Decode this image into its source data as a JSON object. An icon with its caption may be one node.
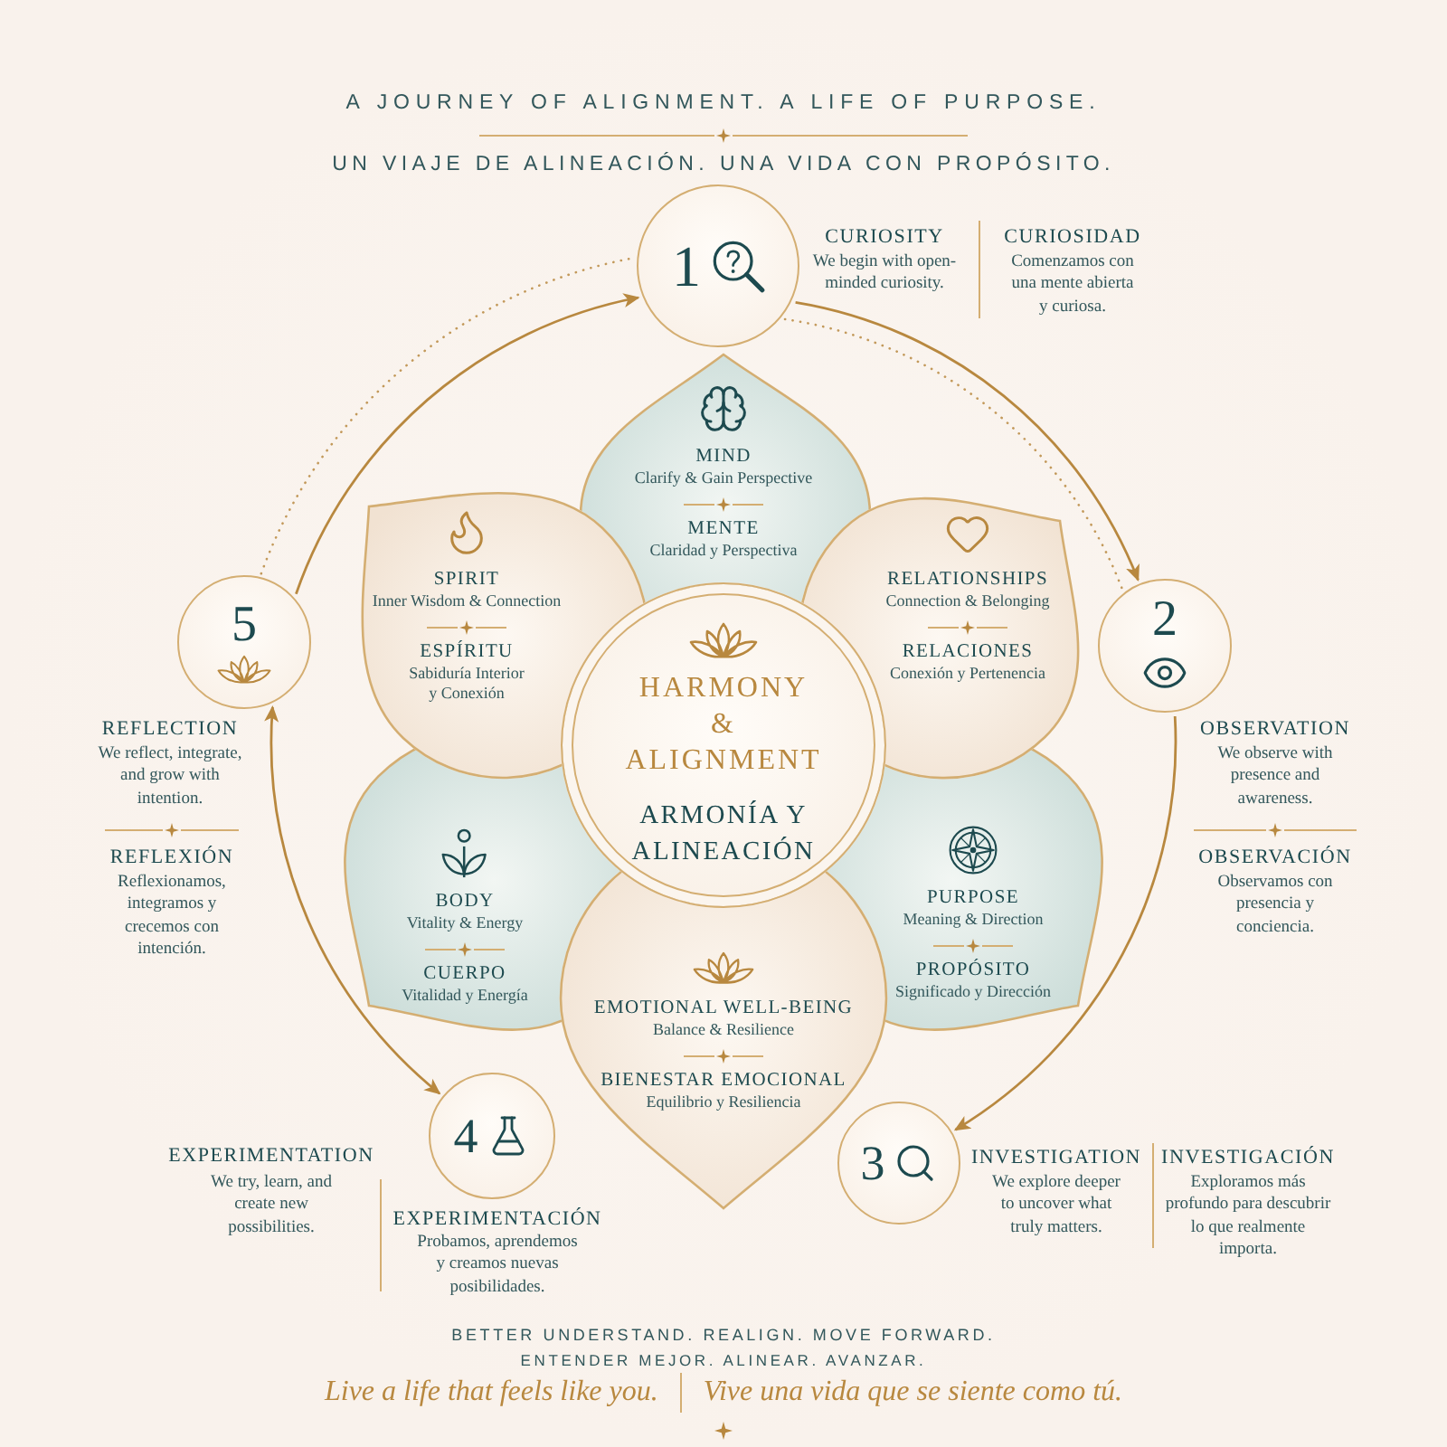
{
  "diagram": {
    "nodes": [
      {
        "text": [
          "1"
        ],
        "beside": [
          "CURIOSITY",
          "We begin with open-minded curiosity.",
          "CURIOSIDAD",
          "Comenzamos con una mente abierta y curiosa."
        ]
      },
      {
        "text": [
          "2"
        ],
        "beside": [
          "OBSERVATION",
          "We observe with presence and awareness.",
          "OBSERVACIÓN",
          "Observamos con presencia y conciencia."
        ]
      },
      {
        "text": [
          "3"
        ],
        "beside": [
          "INVESTIGATION",
          "We explore deeper to uncover what truly matters.",
          "INVESTIGACIÓN",
          "Exploramos más profundo para descubrir lo que realmente importa."
        ]
      },
      {
        "text": [
          "4"
        ],
        "beside": [
          "EXPERIMENTATION",
          "We try, learn, and create new possibilities.",
          "EXPERIMENTACIÓN",
          "Probamos, aprendemos y creamos nuevas posibilidades."
        ]
      },
      {
        "text": [
          "5"
        ],
        "beside": [
          "REFLECTION",
          "We reflect, integrate, and grow with intention.",
          "REFLEXIÓN",
          "Reflexionamos, integramos y crecemos con intención."
        ]
      },
      {
        "text": [
          "HARMONY & ALIGNMENT",
          "ARMONÍA Y ALINEACIÓN"
        ]
      },
      {
        "text": [
          "MIND",
          "Clarify & Gain Perspective",
          "MENTE",
          "Claridad y Perspectiva"
        ]
      },
      {
        "text": [
          "RELATIONSHIPS",
          "Connection & Belonging",
          "RELACIONES",
          "Conexión y Pertenencia"
        ]
      },
      {
        "text": [
          "PURPOSE",
          "Meaning & Direction",
          "PROPÓSITO",
          "Significado y Dirección"
        ]
      },
      {
        "text": [
          "EMOTIONAL WELL-BEING",
          "Balance & Resilience",
          "BIENESTAR EMOCIONAL",
          "Equilibrio y Resiliencia"
        ]
      },
      {
        "text": [
          "BODY",
          "Vitality & Energy",
          "CUERPO",
          "Vitalidad y Energía"
        ]
      },
      {
        "text": [
          "SPIRIT",
          "Inner Wisdom & Connection",
          "ESPÍRITU",
          "Sabiduría Interior y Conexión"
        ]
      }
    ],
    "edges": [
      {
        "from": 0,
        "to": 1,
        "arrow": "to"
      },
      {
        "from": 1,
        "to": 2,
        "arrow": "to"
      },
      {
        "from": 3,
        "to": 4,
        "arrow": "both"
      },
      {
        "from": 4,
        "to": 0,
        "arrow": "to"
      },
      {
        "from": 4,
        "to": 0,
        "arrow": "none",
        "style": "dashed"
      },
      {
        "from": 0,
        "to": 1,
        "arrow": "none",
        "style": "dashed"
      }
    ],
    "labels": [
      "A JOURNEY OF ALIGNMENT. A LIFE OF PURPOSE.",
      "UN VIAJE DE ALINEACIÓN. UNA VIDA CON PROPÓSITO.",
      "BETTER UNDERSTAND. REALIGN. MOVE FORWARD.",
      "ENTENDER MEJOR. ALINEAR. AVANZAR.",
      "Live a life that feels like you.",
      "Vive una vida que se siente como tú."
    ]
  }
}
